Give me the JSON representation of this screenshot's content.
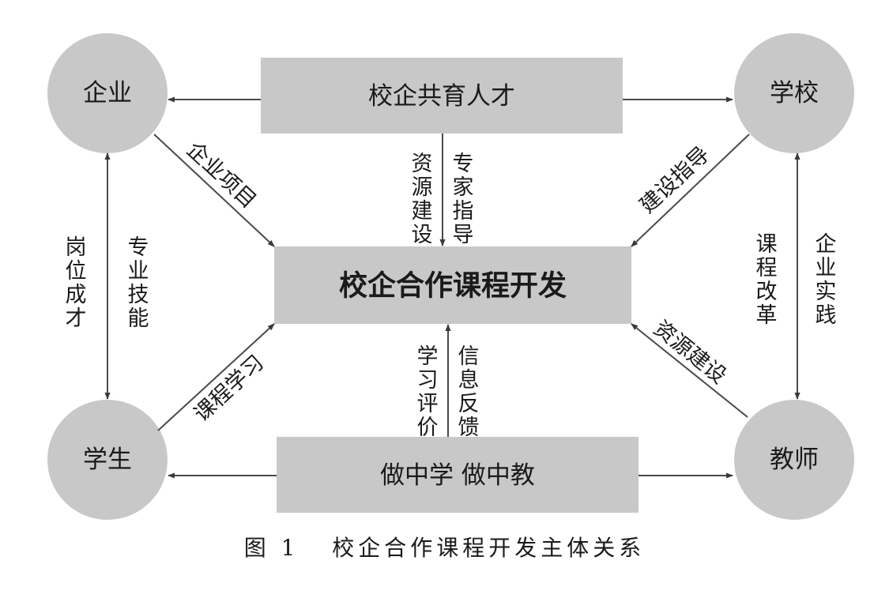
{
  "nodes": {
    "enterprise": "企业",
    "school": "学校",
    "student": "学生",
    "teacher": "教师"
  },
  "boxes": {
    "top": "校企共育人才",
    "center": "校企合作课程开发",
    "bottom": "做中学 做中教"
  },
  "edge_labels": {
    "enterprise_to_center": "企业项目",
    "school_to_center": "建设指导",
    "student_to_center": "课程学习",
    "teacher_to_center": "资源建设",
    "top_left": "资源建设",
    "top_right": "专家指导",
    "bottom_left": "学习评价",
    "bottom_right": "信息反馈",
    "left_outer": "岗位成才",
    "left_inner": "专业技能",
    "right_inner": "课程改革",
    "right_outer": "企业实践"
  },
  "caption": {
    "label": "图 1",
    "title": "校企合作课程开发主体关系"
  },
  "colors": {
    "node_fill": "#c8c8c8",
    "box_fill": "#c8c8c8",
    "line": "#4a4a4a"
  }
}
